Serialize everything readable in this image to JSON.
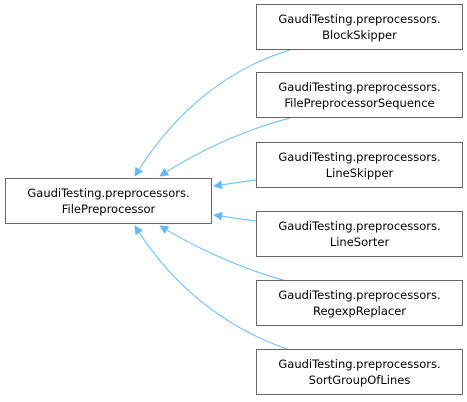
{
  "diagram": {
    "edge_color": "#63b8ff",
    "base": {
      "line1": "GaudiTesting.preprocessors.",
      "line2": "FilePreprocessor"
    },
    "children": [
      {
        "line1": "GaudiTesting.preprocessors.",
        "line2": "BlockSkipper"
      },
      {
        "line1": "GaudiTesting.preprocessors.",
        "line2": "FilePreprocessorSequence"
      },
      {
        "line1": "GaudiTesting.preprocessors.",
        "line2": "LineSkipper"
      },
      {
        "line1": "GaudiTesting.preprocessors.",
        "line2": "LineSorter"
      },
      {
        "line1": "GaudiTesting.preprocessors.",
        "line2": "RegexpReplacer"
      },
      {
        "line1": "GaudiTesting.preprocessors.",
        "line2": "SortGroupOfLines"
      }
    ]
  }
}
